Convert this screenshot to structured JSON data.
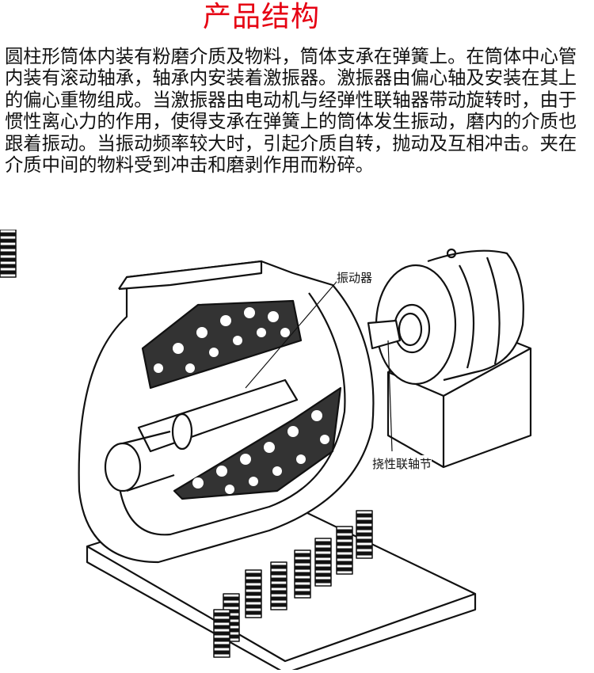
{
  "title": "产品结构",
  "description_lines": [
    "圆柱形筒体内装有粉磨介质及物料，筒体支承在弹簧上。在筒体中心管",
    "内装有滚动轴承，轴承内安装着激振器。激振器由偏心轴及安装在其上",
    "的偏心重物组成。当激振器由电动机与经弹性联轴器带动旋转时，由于",
    "惯性离心力的作用，使得支承在弹簧上的筒体发生振动，磨内的介质也",
    "跟着振动。当振动频率较大时，引起介质自转，抛动及互相冲击。夹在",
    "介质中间的物料受到冲击和磨剥作用而粉碎。"
  ],
  "figure": {
    "label_vibrator": "振动器",
    "label_coupling": "挠性联轴节"
  },
  "colors": {
    "title": "#e60012",
    "text": "#111111"
  }
}
